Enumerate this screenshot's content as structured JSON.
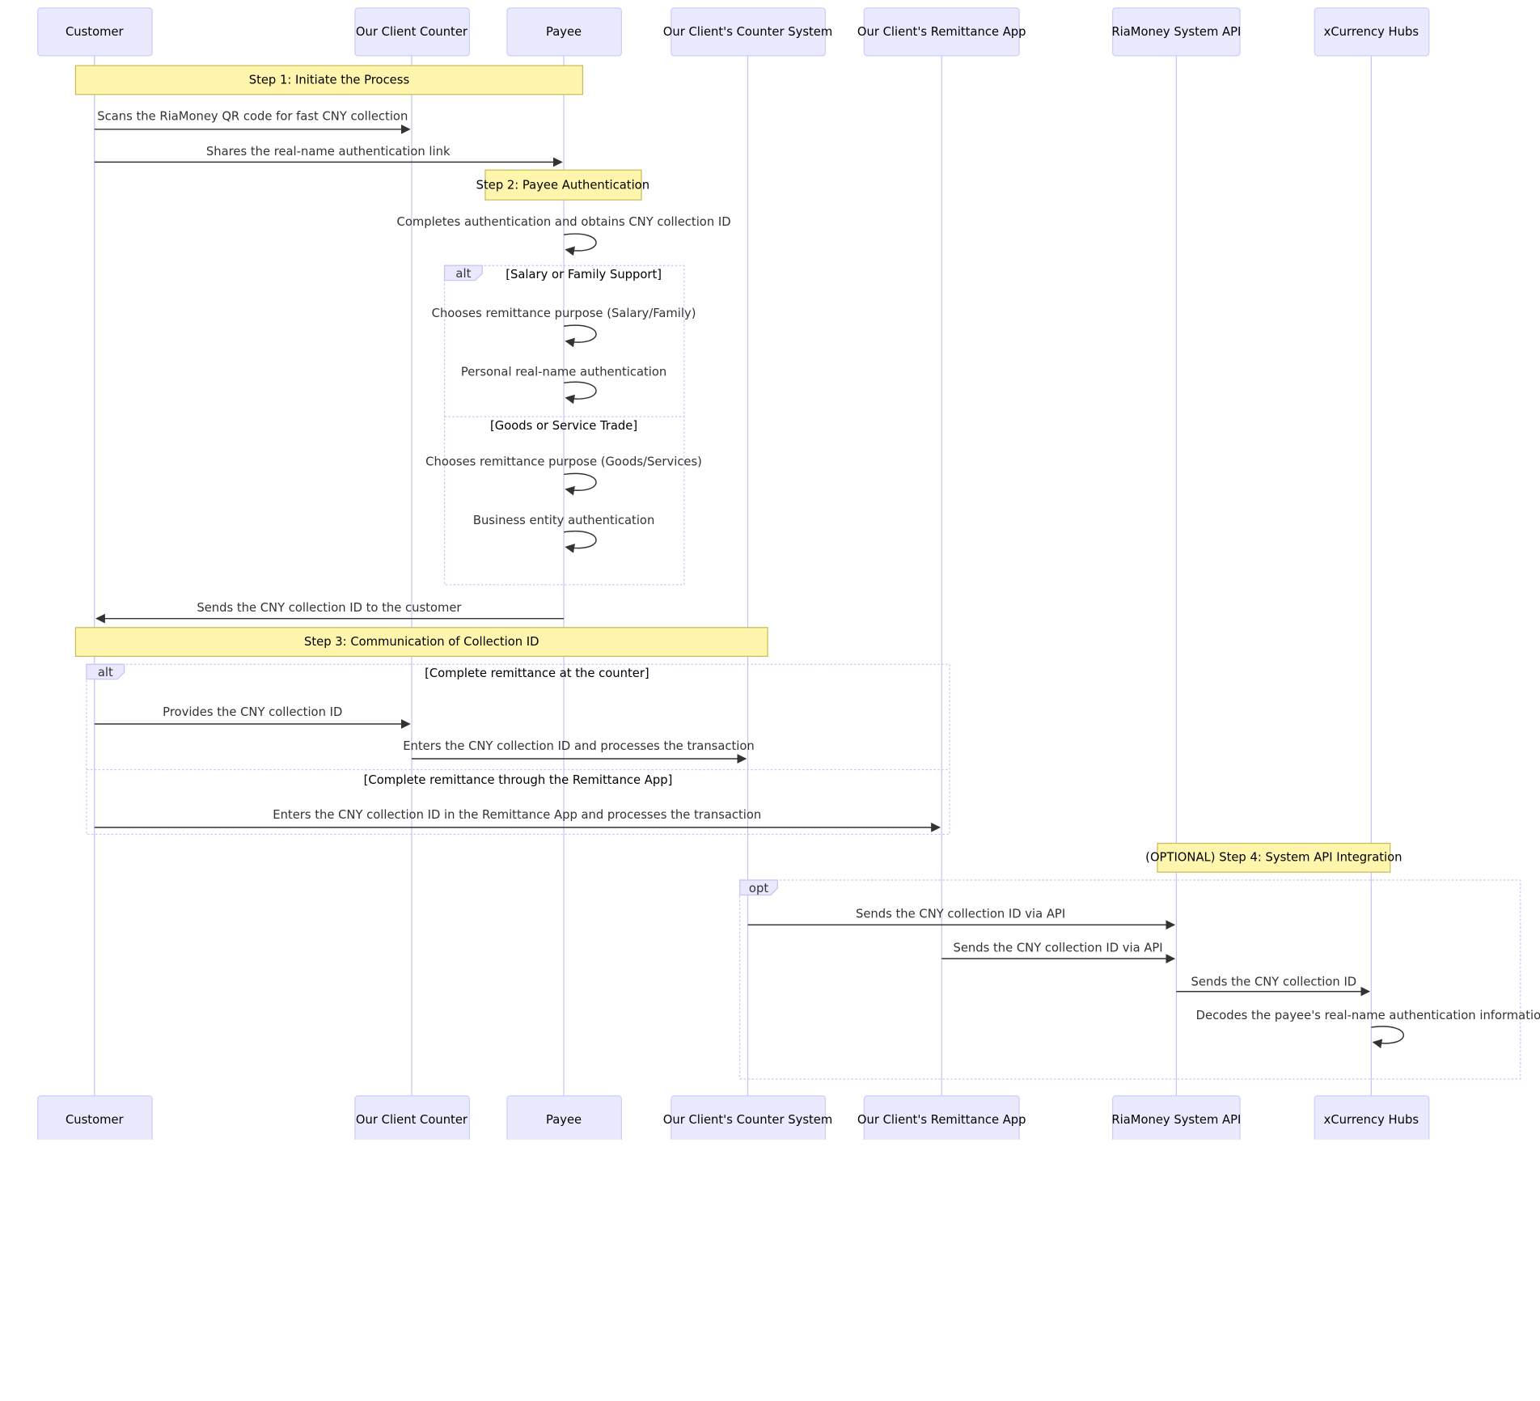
{
  "participants": [
    {
      "label": "Customer"
    },
    {
      "label": "Our Client Counter"
    },
    {
      "label": "Payee"
    },
    {
      "label": "Our Client's Counter System"
    },
    {
      "label": "Our Client's Remittance App"
    },
    {
      "label": "RiaMoney System API"
    },
    {
      "label": "xCurrency Hubs"
    }
  ],
  "notes": [
    {
      "text": "Step 1: Initiate the Process"
    },
    {
      "text": "Step 2: Payee Authentication"
    },
    {
      "text": "Step 3: Communication of Collection ID"
    },
    {
      "text": "(OPTIONAL) Step 4: System API Integration"
    }
  ],
  "messages": [
    {
      "text": "Scans the RiaMoney QR code for fast CNY collection"
    },
    {
      "text": "Shares the real-name authentication link"
    },
    {
      "text": "Completes authentication and obtains CNY collection ID"
    },
    {
      "text": "Chooses remittance purpose (Salary/Family)"
    },
    {
      "text": "Personal real-name authentication"
    },
    {
      "text": "Chooses remittance purpose (Goods/Services)"
    },
    {
      "text": "Business entity authentication"
    },
    {
      "text": "Sends the CNY collection ID to the customer"
    },
    {
      "text": "Provides the CNY collection ID"
    },
    {
      "text": "Enters the CNY collection ID and processes the transaction"
    },
    {
      "text": "Enters the CNY collection ID in the Remittance App and processes the transaction"
    },
    {
      "text": "Sends the CNY collection ID via API"
    },
    {
      "text": "Sends the CNY collection ID via API"
    },
    {
      "text": "Sends the CNY collection ID"
    },
    {
      "text": "Decodes the payee's real-name authentication information"
    }
  ],
  "fragments": [
    {
      "keyword": "alt",
      "conditions": [
        "[Salary or Family Support]",
        "[Goods or Service Trade]"
      ]
    },
    {
      "keyword": "alt",
      "conditions": [
        "[Complete remittance at the counter]",
        "[Complete remittance through the Remittance App]"
      ]
    },
    {
      "keyword": "opt",
      "conditions": []
    }
  ],
  "colors": {
    "participant_fill": "#eaeaff",
    "participant_border": "#ccccff",
    "lifeline": "#c8c3f5",
    "note_fill": "#fff5ad",
    "note_border": "#c4bd57",
    "fragment_border": "#c8c3f5",
    "fragment_label_fill": "#e8e8ff",
    "message_line": "#333333",
    "text": "#333333"
  }
}
